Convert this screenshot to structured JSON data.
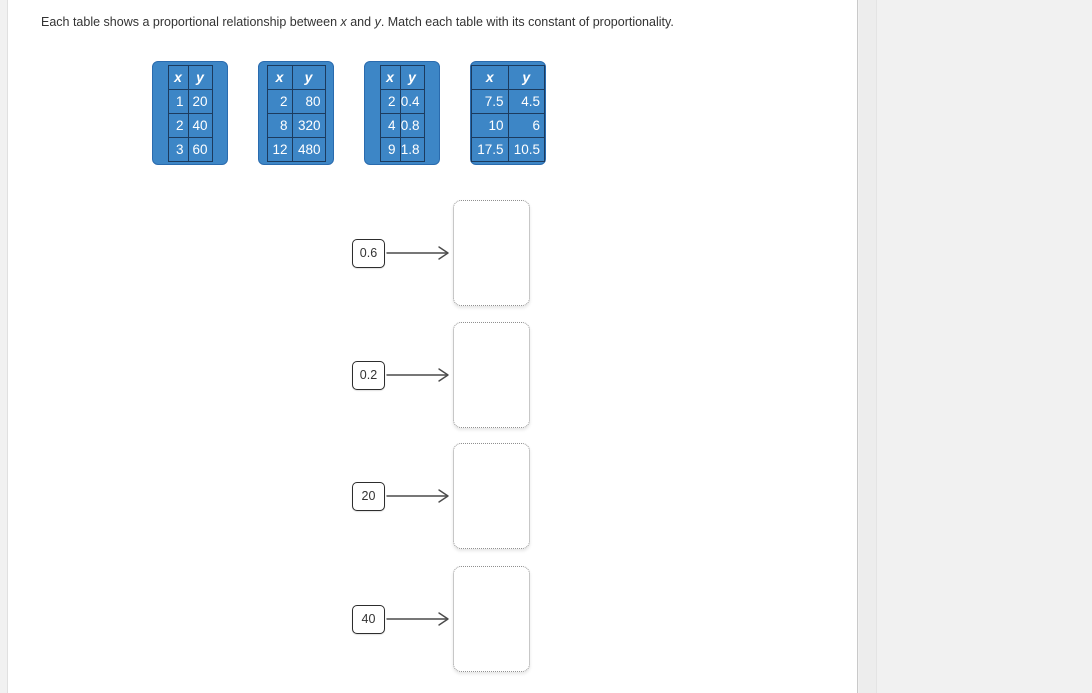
{
  "instructions": {
    "segments": [
      {
        "text": "Each table shows a proportional relationship between ",
        "style": "normal"
      },
      {
        "text": "x",
        "style": "italic"
      },
      {
        "text": " and ",
        "style": "normal"
      },
      {
        "text": "y",
        "style": "italic"
      },
      {
        "text": ". Match each table with its constant of proportionality.",
        "style": "normal"
      }
    ]
  },
  "tables": [
    {
      "header": {
        "x": "x",
        "y": "y"
      },
      "rows": [
        [
          "1",
          "20"
        ],
        [
          "2",
          "40"
        ],
        [
          "3",
          "60"
        ]
      ]
    },
    {
      "header": {
        "x": "x",
        "y": "y"
      },
      "rows": [
        [
          "2",
          "80"
        ],
        [
          "8",
          "320"
        ],
        [
          "12",
          "480"
        ]
      ]
    },
    {
      "header": {
        "x": "x",
        "y": "y"
      },
      "rows": [
        [
          "2",
          "0.4"
        ],
        [
          "4",
          "0.8"
        ],
        [
          "9",
          "1.8"
        ]
      ]
    },
    {
      "header": {
        "x": "x",
        "y": "y"
      },
      "rows": [
        [
          "7.5",
          "4.5"
        ],
        [
          "10",
          "6"
        ],
        [
          "17.5",
          "10.5"
        ]
      ]
    }
  ],
  "matches": [
    {
      "label": "0.6"
    },
    {
      "label": "0.2"
    },
    {
      "label": "20"
    },
    {
      "label": "40"
    }
  ],
  "colors": {
    "table_fill": "#3d86c6",
    "table_cell_border": "#1c3b5e",
    "table_text": "#ffffff",
    "arrow": "#4a4a4a",
    "page_background": "#f1f1f1",
    "panel_background": "#ffffff"
  }
}
